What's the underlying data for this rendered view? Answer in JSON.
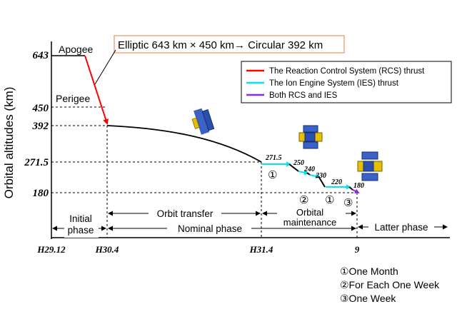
{
  "chart_data": {
    "type": "line",
    "ylabel": "Orbital altitudes (km)",
    "y_ticks": [
      "643",
      "450",
      "392",
      "271.5",
      "180"
    ],
    "x_ticks": [
      "H29.12",
      "H30.4",
      "H31.4",
      "9"
    ],
    "callout": "Elliptic 643 km × 450 km→ Circular 392 km",
    "apogee_label": "Apogee",
    "perigee_label": "Perigee",
    "legend": [
      {
        "label": "The Reaction Control System (RCS) thrust",
        "color": "#ff0000"
      },
      {
        "label": "The Ion Engine System (IES) thrust",
        "color": "#00e5ee"
      },
      {
        "label": "Both RCS and IES",
        "color": "#8a2be2"
      }
    ],
    "phases": {
      "initial_line1": "Initial",
      "initial_line2": "phase",
      "orbit_transfer": "Orbit transfer",
      "nominal": "Nominal phase",
      "orbital_line1": "Orbital",
      "orbital_line2": "maintenance",
      "latter": "Latter phase"
    },
    "step_labels": [
      "271.5",
      "250",
      "240",
      "230",
      "220",
      "180"
    ],
    "step_markers": [
      "①",
      "②",
      "①",
      "③"
    ],
    "notes": [
      "①One Month",
      "②For Each One Week",
      "③One Week"
    ],
    "colors": {
      "rcs": "#ff0000",
      "ies": "#00e5ee",
      "both": "#8a2be2",
      "orbit": "#000000",
      "callout_border": "#f4a582"
    }
  }
}
